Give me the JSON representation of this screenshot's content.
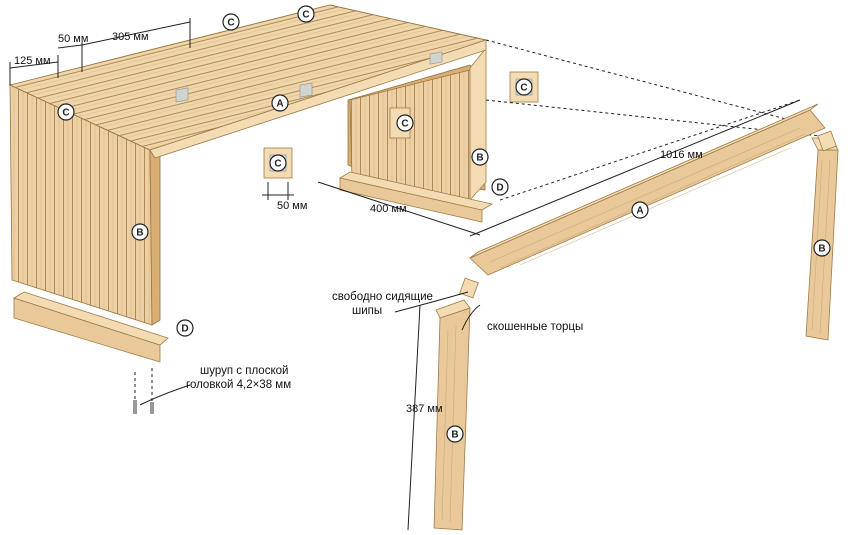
{
  "dimensions": {
    "d125": "125 мм",
    "d50top": "50 мм",
    "d305": "305 мм",
    "d50block": "50 мм",
    "d400": "400 мм",
    "d1016": "1016 мм",
    "d387": "387 мм"
  },
  "labels": {
    "loose_tenons_1": "свободно сидящие",
    "loose_tenons_2": "шипы",
    "beveled_ends": "скошенные торцы",
    "screw_1": "шуруп с плоской",
    "screw_2": "головкой 4,2×38 мм"
  },
  "markers": {
    "A": "A",
    "B": "B",
    "C": "C",
    "D": "D"
  },
  "colors": {
    "wood": "#e9c99a",
    "wood_dark": "#d8ae72",
    "outline": "#a07a45"
  }
}
